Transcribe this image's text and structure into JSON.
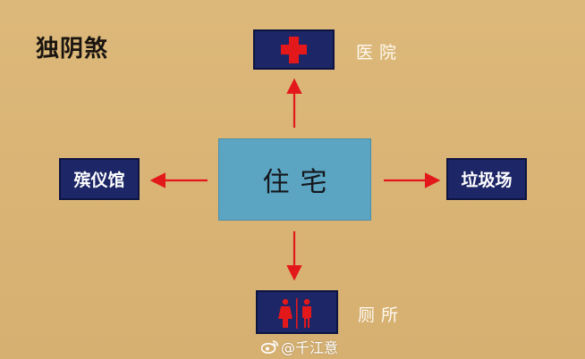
{
  "title": "独阴煞",
  "center": {
    "label": "住宅"
  },
  "nodes": {
    "hospital": {
      "label": "医院",
      "icon": "red-cross-icon"
    },
    "funeral": {
      "label": "殡仪馆"
    },
    "garbage": {
      "label": "垃圾场"
    },
    "toilet": {
      "label": "厕所",
      "icon": "restroom-icon"
    }
  },
  "watermark": {
    "text": "@千江意",
    "icon": "weibo-icon"
  },
  "colors": {
    "background": "#d9b476",
    "center_fill": "#5ba5c2",
    "node_fill": "#1d2666",
    "arrow": "#e3181b",
    "cross": "#e3181b"
  }
}
